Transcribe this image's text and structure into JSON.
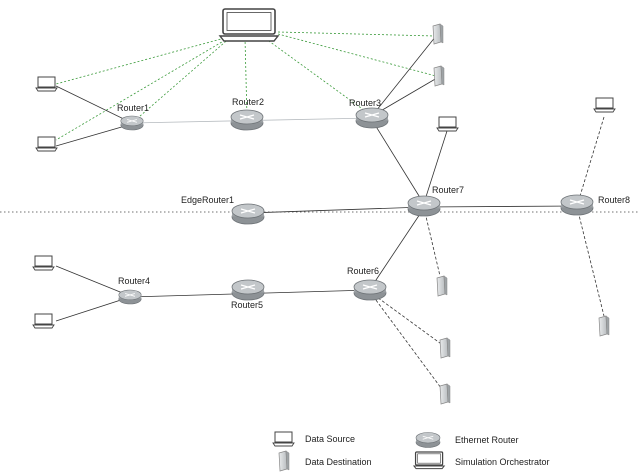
{
  "routers": [
    {
      "id": "r1",
      "label": "Router1"
    },
    {
      "id": "r2",
      "label": "Router2"
    },
    {
      "id": "r3",
      "label": "Router3"
    },
    {
      "id": "er1",
      "label": "EdgeRouter1"
    },
    {
      "id": "r7",
      "label": "Router7"
    },
    {
      "id": "r8",
      "label": "Router8"
    },
    {
      "id": "r4",
      "label": "Router4"
    },
    {
      "id": "r5",
      "label": "Router5"
    },
    {
      "id": "r6",
      "label": "Router6"
    }
  ],
  "legend": {
    "data_source": "Data Source",
    "data_destination": "Data Destination",
    "ethernet_router": "Ethernet Router",
    "simulation_orchestrator": "Simulation Orchestrator"
  },
  "colors": {
    "link": "#333333",
    "control_link": "#3a9a3a",
    "mgmt_link": "#9aa0a6",
    "router_fill": "#a9aeb2",
    "router_stroke": "#6e7377",
    "device_stroke": "#444444"
  },
  "icons": {
    "router": "router-icon",
    "laptop": "laptop-icon",
    "server": "server-icon",
    "orchestrator": "orchestrator-icon"
  }
}
